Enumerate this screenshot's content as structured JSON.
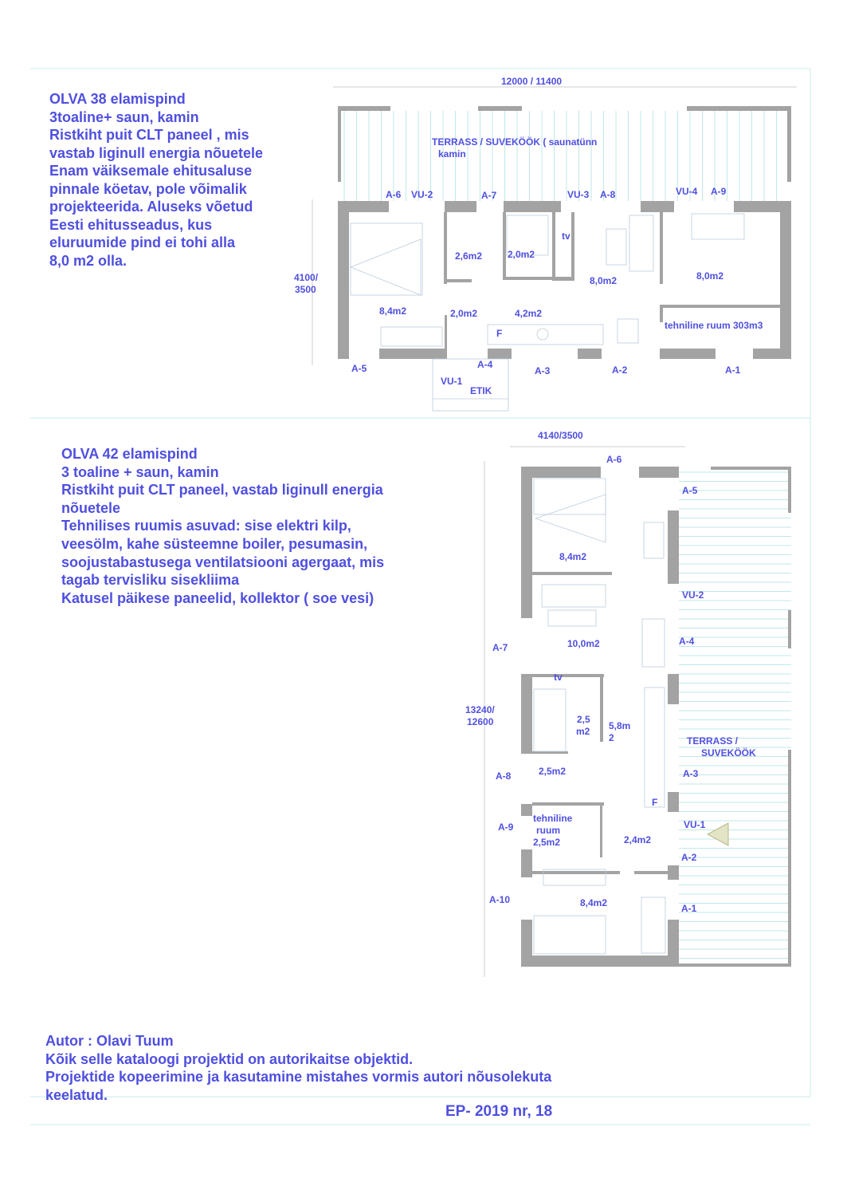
{
  "plan1": {
    "description_lines": [
      "OLVA 38 elamispind",
      " 3toaline+ saun, kamin",
      "Ristkiht puit CLT paneel , mis",
      "vastab liginull energia nõuetele",
      "Enam väiksemale ehitusaluse",
      "pinnale köetav, pole võimalik",
      "projekteerida. Aluseks võetud",
      "Eesti ehitusseadus, kus",
      "eluruumide pind ei tohi alla",
      " 8,0 m2 olla."
    ],
    "labels": [
      "12000 / 11400",
      "TERRASS / SUVEKÖÖK ( saunatünn",
      "kamin",
      "A-6",
      "VU-2",
      "A-7",
      "VU-3",
      "A-8",
      "VU-4",
      "A-9",
      "tv",
      "2,6m2",
      "2,0m2",
      "8,0m2",
      "8,0m2",
      "4100/",
      "3500",
      "8,4m2",
      "2,0m2",
      "4,2m2",
      "F",
      "tehniline ruum 303m3",
      "A-5",
      "A-4",
      "A-3",
      "A-2",
      "A-1",
      "VU-1",
      "ETIK"
    ]
  },
  "plan2": {
    "description_lines": [
      "OLVA 42 elamispind",
      "3 toaline + saun, kamin",
      "Ristkiht puit CLT paneel, vastab liginull energia",
      "nõuetele",
      "Tehnilises ruumis asuvad: sise elektri kilp,",
      "veesölm, kahe süsteemne boiler, pesumasin,",
      "soojustabastusega ventilatsiooni agergaat, mis",
      "tagab tervisliku sisekliima",
      "Katusel päikese paneelid, kollektor ( soe vesi)"
    ],
    "labels": [
      "4140/3500",
      "A-6",
      "A-5",
      "8,4m2",
      "VU-2",
      "A-7",
      "10,0m2",
      "A-4",
      "tv",
      "13240/",
      "12600",
      "2,5",
      "m2",
      "5,8m",
      "2",
      "TERRASS /",
      "SUVEKÖÖK",
      "A-8",
      "2,5m2",
      "A-3",
      "F",
      "A-9",
      "tehniline",
      "ruum",
      "2,5m2",
      "VU-1",
      "2,4m2",
      "A-2",
      "A-10",
      "8,4m2",
      "A-1"
    ]
  },
  "footer": {
    "lines": [
      "Autor : Olavi Tuum",
      "Kõik selle kataloogi projektid on autorikaitse objektid.",
      "Projektide kopeerimine ja kasutamine mistahes vormis autori nõusolekuta",
      "keelatud."
    ],
    "page_ref": "EP- 2019  nr,  18"
  },
  "colors": {
    "text": "#4f4fe0",
    "wall": "#a3a3a3",
    "line": "#a8dede"
  }
}
